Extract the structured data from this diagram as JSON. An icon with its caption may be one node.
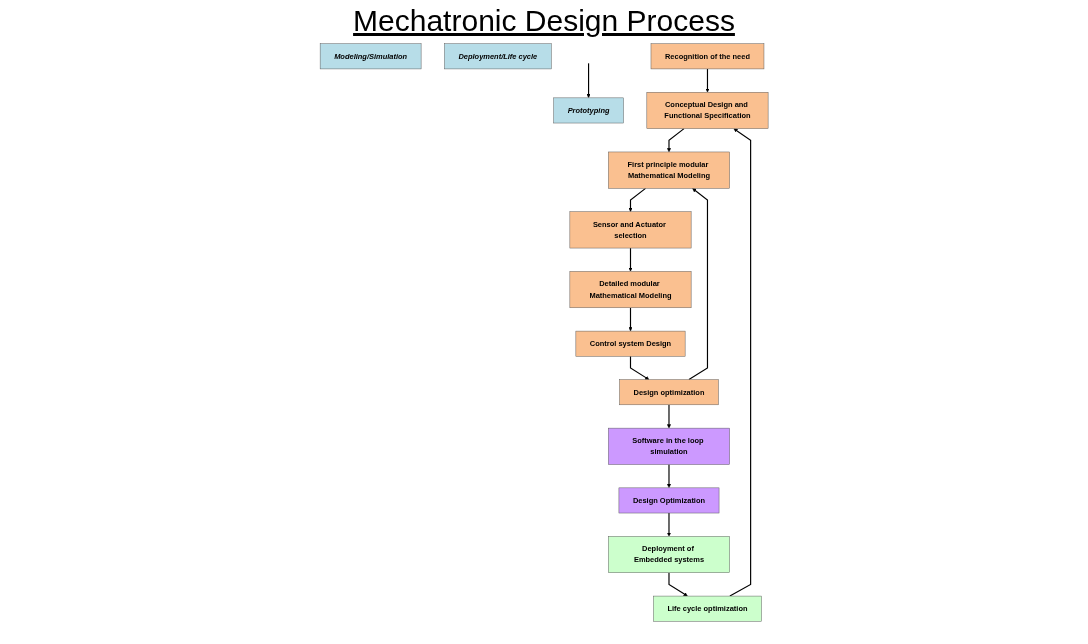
{
  "diagram": {
    "title": "Mechatronic Design Process",
    "nodes": [
      {
        "text": [
          "Modeling/Simulation"
        ]
      },
      {
        "text": [
          "Prototyping"
        ]
      },
      {
        "text": [
          "Deployment/Life cycle"
        ]
      },
      {
        "text": [
          "Recognition of the need"
        ]
      },
      {
        "text": [
          "Conceptual Design and Functional Specification"
        ]
      },
      {
        "text": [
          "First principle modular Mathematical Modeling"
        ]
      },
      {
        "text": [
          "Sensor and Actuator selection"
        ]
      },
      {
        "text": [
          "Detailed modular Mathematical Modeling"
        ]
      },
      {
        "text": [
          "Control system Design"
        ]
      },
      {
        "text": [
          "Design optimization"
        ]
      },
      {
        "text": [
          "Software in the loop simulation"
        ]
      },
      {
        "text": [
          "Design Optimization"
        ]
      },
      {
        "text": [
          "Deployment of Embedded systems"
        ]
      },
      {
        "text": [
          "Life cycle optimization"
        ]
      }
    ],
    "edges": [
      {
        "from": null,
        "to": 1,
        "arrow": "to"
      },
      {
        "from": 3,
        "to": 4,
        "arrow": "to"
      },
      {
        "from": 4,
        "to": 5,
        "arrow": "to"
      },
      {
        "from": 5,
        "to": 6,
        "arrow": "to"
      },
      {
        "from": 6,
        "to": 7,
        "arrow": "to"
      },
      {
        "from": 7,
        "to": 8,
        "arrow": "to"
      },
      {
        "from": 8,
        "to": 9,
        "arrow": "to"
      },
      {
        "from": 9,
        "to": 5,
        "arrow": "to"
      },
      {
        "from": 9,
        "to": 10,
        "arrow": "to"
      },
      {
        "from": 10,
        "to": 11,
        "arrow": "to"
      },
      {
        "from": 11,
        "to": 12,
        "arrow": "to"
      },
      {
        "from": 12,
        "to": 13,
        "arrow": "to"
      },
      {
        "from": 13,
        "to": 4,
        "arrow": "to"
      }
    ]
  }
}
